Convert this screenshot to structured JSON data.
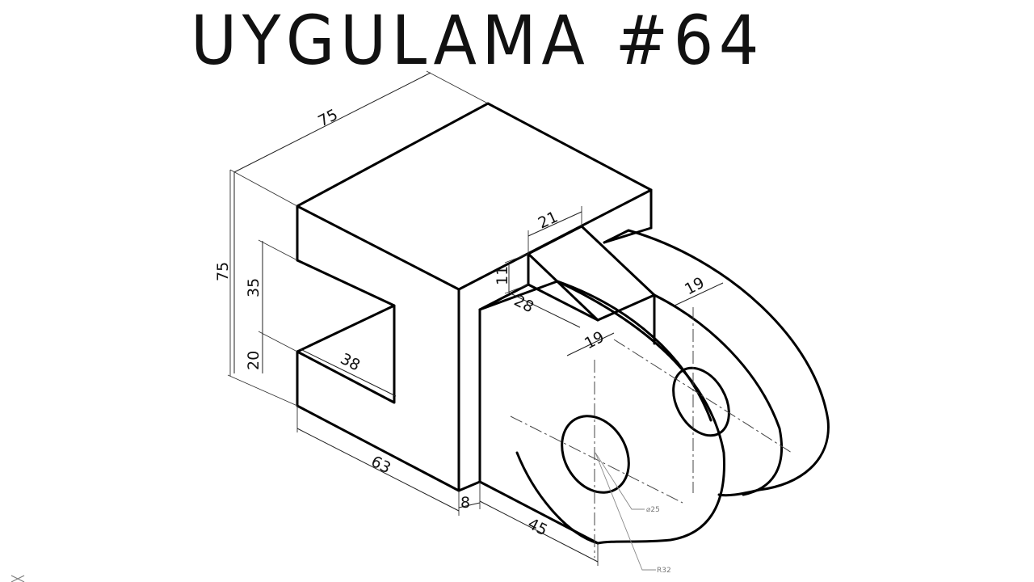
{
  "title": "UYGULAMA #64",
  "dimensions": {
    "d75_top": "75",
    "d75_height": "75",
    "d35": "35",
    "d20": "20",
    "d38": "38",
    "d63": "63",
    "d8": "8",
    "d45": "45",
    "d21": "21",
    "d11": "11",
    "d28": "28",
    "d19_a": "19",
    "d19_b": "19",
    "phi25": "⌀25",
    "r32": "R32"
  }
}
